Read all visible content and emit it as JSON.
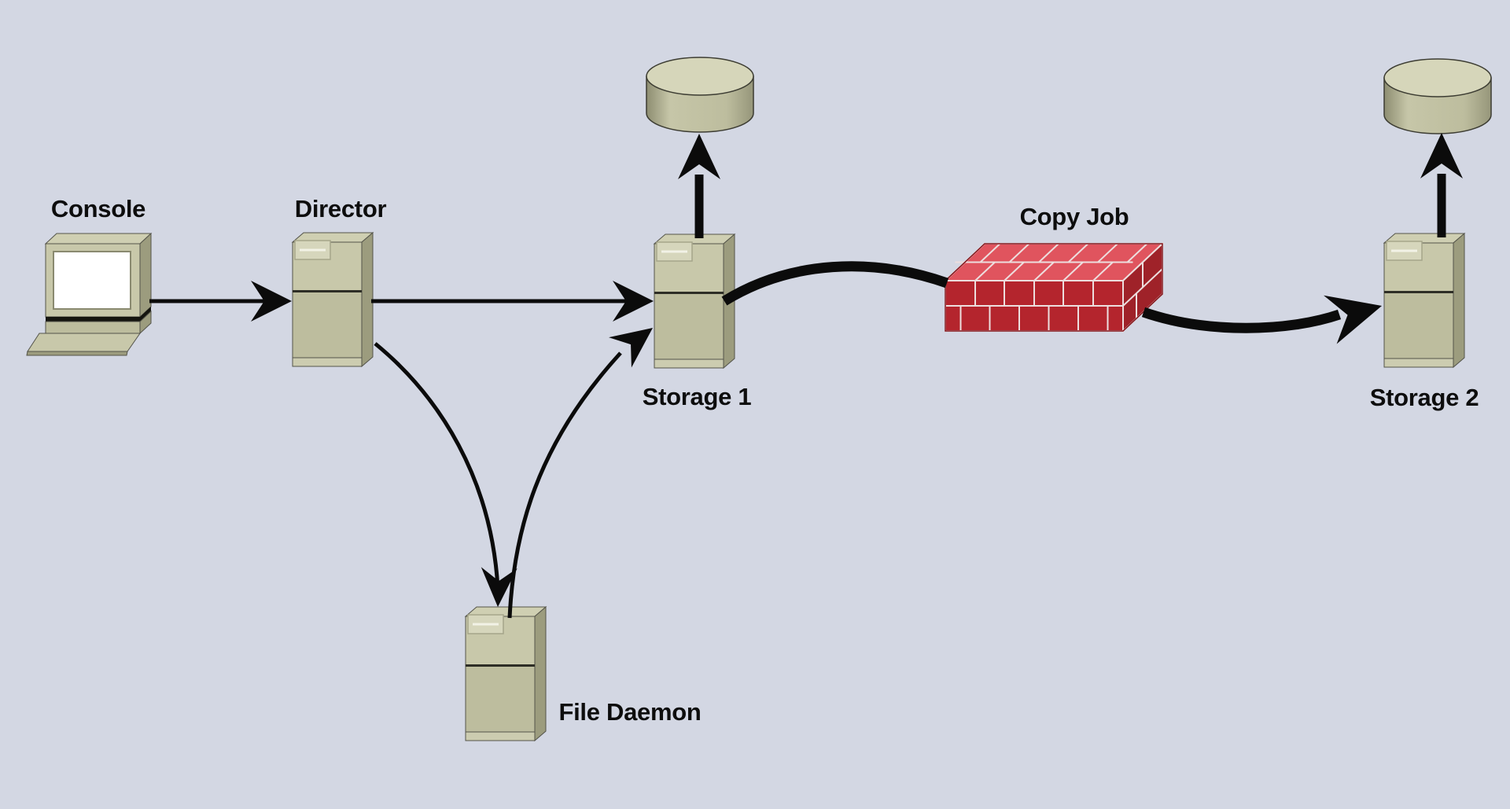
{
  "diagram": {
    "background_color": "#d3d7e3",
    "labels": {
      "console": "Console",
      "director": "Director",
      "storage1": "Storage 1",
      "file_daemon": "File Daemon",
      "copy_job": "Copy Job",
      "storage2": "Storage 2"
    },
    "nodes": [
      {
        "id": "console",
        "label": "Console",
        "icon": "desktop-computer"
      },
      {
        "id": "director",
        "label": "Director",
        "icon": "server-tower"
      },
      {
        "id": "storage1",
        "label": "Storage 1",
        "icon": "server-tower"
      },
      {
        "id": "disk1",
        "icon": "disk-cylinder"
      },
      {
        "id": "file_daemon",
        "label": "File Daemon",
        "icon": "server-tower"
      },
      {
        "id": "copy_job",
        "label": "Copy Job",
        "icon": "brick-block"
      },
      {
        "id": "storage2",
        "label": "Storage 2",
        "icon": "server-tower"
      },
      {
        "id": "disk2",
        "icon": "disk-cylinder"
      }
    ],
    "edges": [
      {
        "from": "console",
        "to": "director",
        "style": "thin-arrow"
      },
      {
        "from": "director",
        "to": "storage1",
        "style": "thin-arrow"
      },
      {
        "from": "director",
        "to": "file_daemon",
        "style": "thin-curved-arrow"
      },
      {
        "from": "file_daemon",
        "to": "storage1",
        "style": "thin-curved-arrow"
      },
      {
        "from": "storage1",
        "to": "disk1",
        "style": "thick-arrow"
      },
      {
        "from": "storage1",
        "to": "copy_job",
        "style": "thick-curve"
      },
      {
        "from": "copy_job",
        "to": "storage2",
        "style": "thick-curved-arrow"
      },
      {
        "from": "storage2",
        "to": "disk2",
        "style": "thick-arrow"
      }
    ],
    "colors": {
      "machine_front": "#c8c8aa",
      "machine_front_lower": "#bdbd9e",
      "machine_side": "#9c9c7e",
      "machine_top": "#cfcfb2",
      "screen": "#ffffff",
      "disk_top": "#d6d6ba",
      "brick_top": "#e0545e",
      "brick_front": "#b4252d",
      "brick_side": "#9f2229",
      "mortar": "#eddede",
      "connector": "#0b0b0b",
      "label_text": "#0d0d0d"
    }
  }
}
